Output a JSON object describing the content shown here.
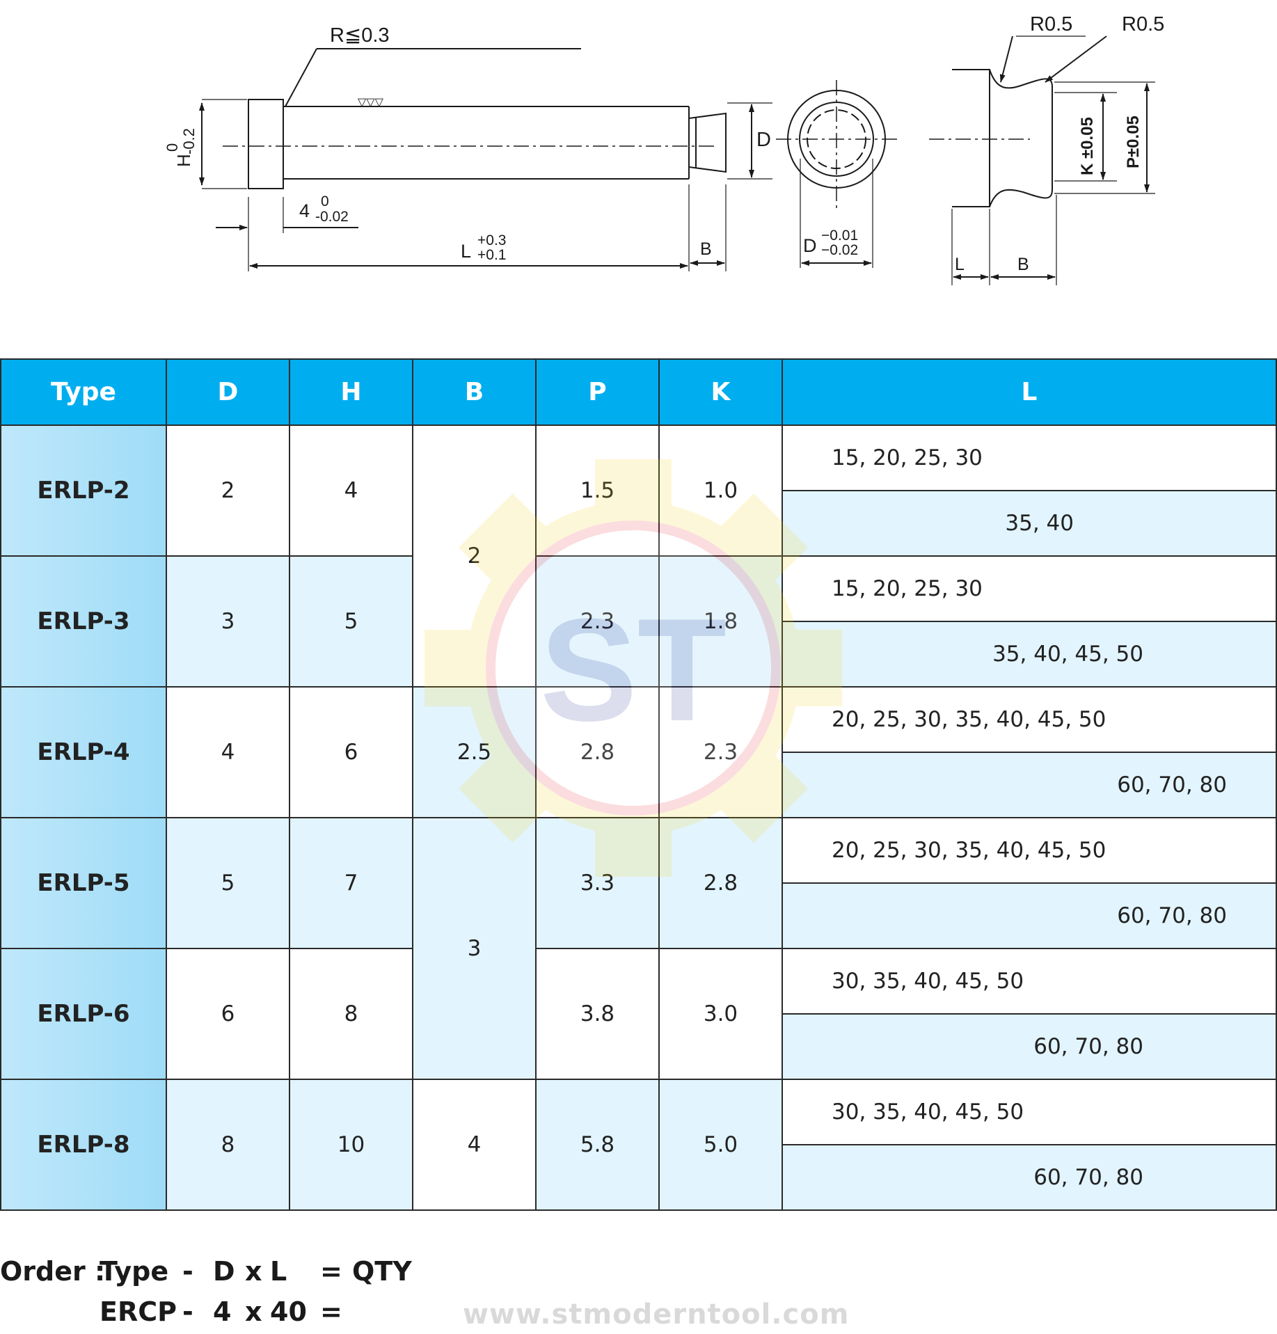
{
  "drawing": {
    "left_view": {
      "radius_note": "R≦0.3",
      "surface_mark": "▽▽▽",
      "head_dim": "H",
      "head_tol_upper": "0",
      "head_tol_lower": "-0.2",
      "head_len": "4",
      "head_len_tol_upper": "0",
      "head_len_tol_lower": "-0.02",
      "length": "L",
      "length_tol_upper": "+0.3",
      "length_tol_lower": "+0.1",
      "b_label": "B",
      "d_label": "D"
    },
    "end_view": {
      "d_label": "D",
      "tol_upper": "−0.01",
      "tol_lower": "−0.02"
    },
    "detail_view": {
      "radius_1": "R0.5",
      "radius_2": "R0.5",
      "k_label": "K ±0.05",
      "p_label": "P±0.05",
      "l_label": "L",
      "b_label": "B"
    }
  },
  "table": {
    "headers": [
      "Type",
      "D",
      "H",
      "B",
      "P",
      "K",
      "L"
    ],
    "rows": [
      {
        "type": "ERLP-2",
        "d": "2",
        "h": "4",
        "b": "2",
        "p": "1.5",
        "k": "1.0",
        "l1": "15, 20, 25, 30",
        "l2": "35, 40"
      },
      {
        "type": "ERLP-3",
        "d": "3",
        "h": "5",
        "p": "2.3",
        "k": "1.8",
        "l1": "15, 20, 25, 30",
        "l2": "35, 40, 45, 50"
      },
      {
        "type": "ERLP-4",
        "d": "4",
        "h": "6",
        "b": "2.5",
        "p": "2.8",
        "k": "2.3",
        "l1": "20, 25, 30, 35, 40, 45, 50",
        "l2": "60, 70, 80"
      },
      {
        "type": "ERLP-5",
        "d": "5",
        "h": "7",
        "b": "3",
        "p": "3.3",
        "k": "2.8",
        "l1": "20, 25, 30, 35, 40, 45, 50",
        "l2": "60, 70, 80"
      },
      {
        "type": "ERLP-6",
        "d": "6",
        "h": "8",
        "p": "3.8",
        "k": "3.0",
        "l1": "30, 35, 40, 45, 50",
        "l2": "60, 70, 80"
      },
      {
        "type": "ERLP-8",
        "d": "8",
        "h": "10",
        "b": "4",
        "p": "5.8",
        "k": "5.0",
        "l1": "30, 35, 40, 45, 50",
        "l2": "60, 70, 80"
      }
    ]
  },
  "watermark_text": "ST",
  "order": {
    "label": "Order :",
    "line1": [
      "Type",
      "-",
      "D",
      "x",
      "L",
      "=",
      "QTY"
    ],
    "line2": [
      "ERCP",
      "-",
      "4",
      "x",
      "40",
      "="
    ]
  },
  "site_url": "www.stmoderntool.com",
  "colors": {
    "header_bg": "#00aeef",
    "type_bg": "#a6def7",
    "row_blue": "#e2f4fd"
  }
}
